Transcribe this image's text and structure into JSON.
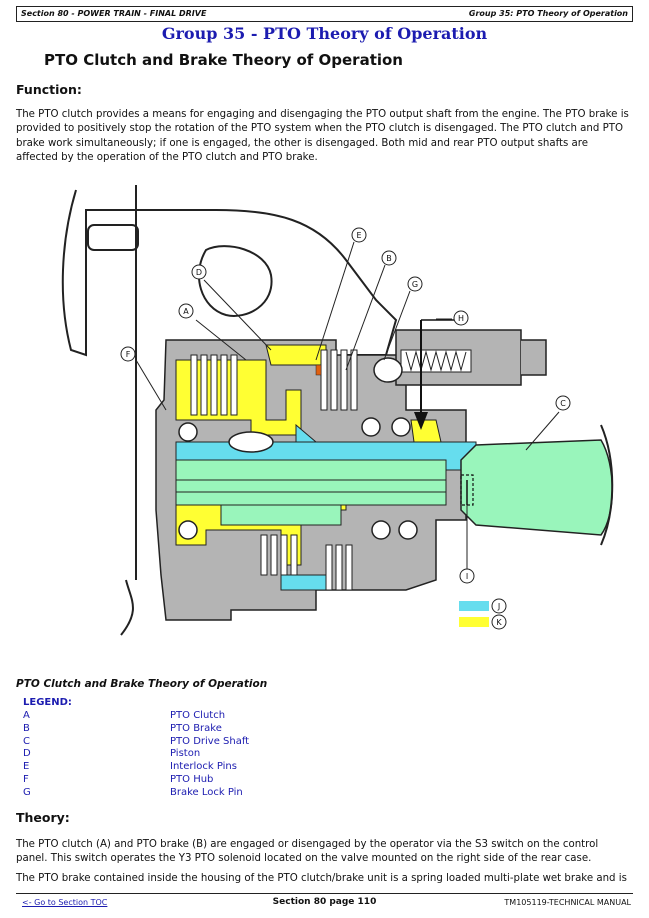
{
  "header": {
    "left": "Section 80 - POWER TRAIN - FINAL DRIVE",
    "right": "Group 35: PTO Theory of Operation"
  },
  "group_title": "Group 35 - PTO Theory of Operation",
  "page_title": "PTO Clutch and Brake Theory of Operation",
  "function": {
    "heading": "Function:",
    "text": "The PTO clutch provides a means for engaging and disengaging the PTO output shaft from the engine. The PTO brake is provided to positively stop the rotation of the PTO system when the PTO clutch is disengaged. The PTO clutch and PTO brake work simultaneously; if one is engaged, the other is disengaged. Both mid and rear PTO output shafts are affected by the operation of the PTO clutch and PTO brake."
  },
  "diagram": {
    "callouts": [
      "A",
      "B",
      "C",
      "D",
      "E",
      "F",
      "G",
      "H",
      "I",
      "J",
      "K"
    ],
    "colors": {
      "hydraulic_yellow": "#ffff33",
      "cyan": "#66ddee",
      "green": "#99f5bb",
      "housing_gray": "#b4b4b4",
      "dark_gray": "#444444"
    }
  },
  "caption": "PTO Clutch and Brake Theory of Operation",
  "legend": {
    "heading": "LEGEND:",
    "items": [
      {
        "letter": "A",
        "desc": "PTO Clutch"
      },
      {
        "letter": "B",
        "desc": "PTO Brake"
      },
      {
        "letter": "C",
        "desc": "PTO Drive Shaft"
      },
      {
        "letter": "D",
        "desc": "Piston"
      },
      {
        "letter": "E",
        "desc": "Interlock Pins"
      },
      {
        "letter": "F",
        "desc": "PTO Hub"
      },
      {
        "letter": "G",
        "desc": "Brake Lock Pin"
      }
    ]
  },
  "theory": {
    "heading": "Theory:",
    "p1": "The PTO clutch (A) and PTO brake (B) are engaged or disengaged by the operator via the S3 switch on the control panel. This switch operates the Y3 PTO solenoid located on the valve mounted on the right side of the rear case.",
    "p2": "The PTO brake contained inside the housing of the PTO clutch/brake unit is a spring loaded multi-plate wet brake and is"
  },
  "footer": {
    "left": "<- Go to Section TOC",
    "center": "Section 80 page 110",
    "right": "TM105119-TECHNICAL MANUAL"
  }
}
